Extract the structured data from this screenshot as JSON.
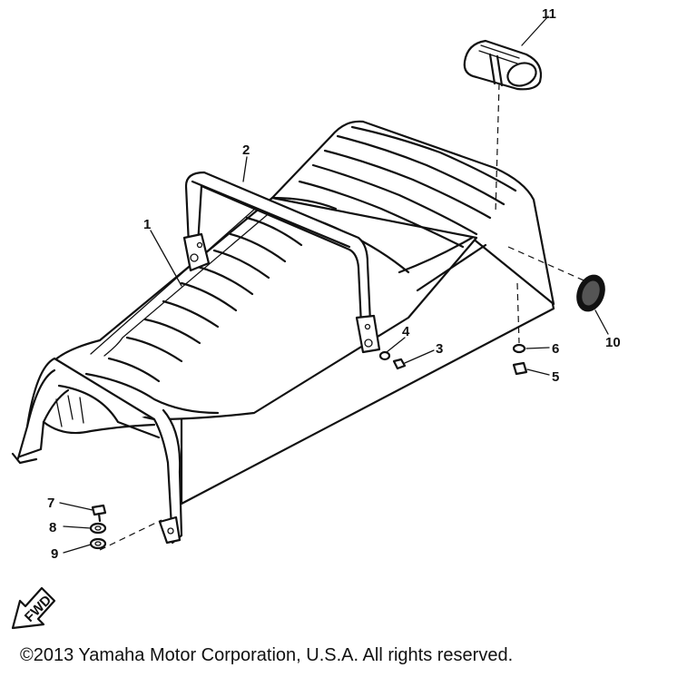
{
  "callouts": [
    {
      "id": "1",
      "text": "1"
    },
    {
      "id": "2",
      "text": "2"
    },
    {
      "id": "3",
      "text": "3"
    },
    {
      "id": "4",
      "text": "4"
    },
    {
      "id": "5",
      "text": "5"
    },
    {
      "id": "6",
      "text": "6"
    },
    {
      "id": "7",
      "text": "7"
    },
    {
      "id": "8",
      "text": "8"
    },
    {
      "id": "9",
      "text": "9"
    },
    {
      "id": "10",
      "text": "10"
    },
    {
      "id": "11",
      "text": "11"
    }
  ],
  "fwd_label": "FWD",
  "copyright": "©2013 Yamaha Motor Corporation, U.S.A. All rights reserved.",
  "colors": {
    "ink": "#111111",
    "background": "#ffffff"
  }
}
